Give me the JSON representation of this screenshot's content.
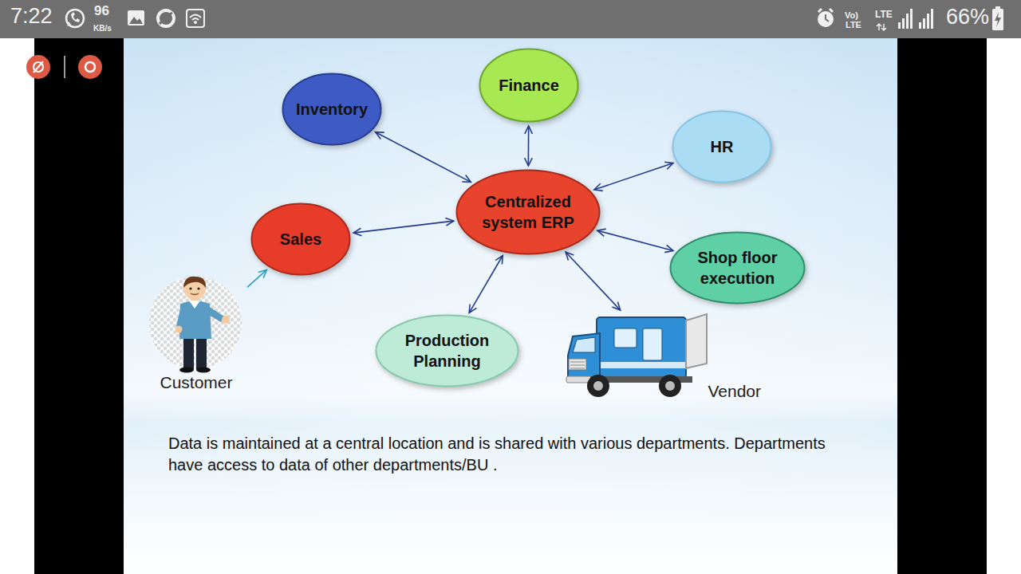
{
  "diagram": {
    "caption": "Data is maintained at a central location and is shared with various departments. Departments have access to data of other departments/BU .",
    "nodes": [
      {
        "text": [
          "Finance"
        ]
      },
      {
        "text": [
          "Inventory"
        ]
      },
      {
        "text": [
          "HR"
        ]
      },
      {
        "text": [
          "Centralized system ERP"
        ]
      },
      {
        "text": [
          "Sales"
        ]
      },
      {
        "text": [
          "Shop floor execution"
        ]
      },
      {
        "text": [
          "Customer"
        ]
      },
      {
        "text": [
          "Production Planning"
        ]
      },
      {
        "text": [
          "Vendor"
        ]
      }
    ],
    "edges": [
      {
        "from": 3,
        "to": 0,
        "arrow": "both"
      },
      {
        "from": 3,
        "to": 1,
        "arrow": "both"
      },
      {
        "from": 3,
        "to": 2,
        "arrow": "both"
      },
      {
        "from": 3,
        "to": 4,
        "arrow": "both"
      },
      {
        "from": 3,
        "to": 5,
        "arrow": "both"
      },
      {
        "from": 3,
        "to": 7,
        "arrow": "both"
      },
      {
        "from": 3,
        "to": 8,
        "arrow": "both"
      },
      {
        "from": 6,
        "to": 4,
        "arrow": "to"
      }
    ],
    "labels": [
      "7:22",
      "96",
      "KB/s",
      "Vo)",
      "LTE",
      "LTE",
      "66%"
    ]
  }
}
